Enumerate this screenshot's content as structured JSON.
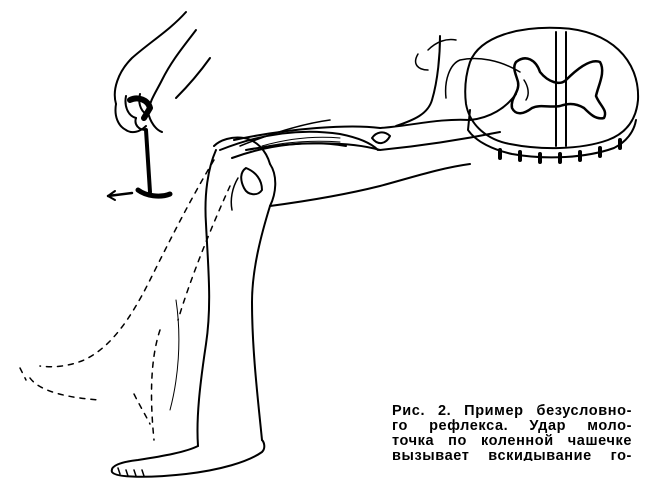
{
  "colors": {
    "background": "#ffffff",
    "ink": "#000000"
  },
  "figure": {
    "caption_lines": [
      "Рис. 2. Пример безусловно-",
      "го рефлекса. Удар моло-",
      "точка по коленной чашечке",
      "вызывает вскидывание го-"
    ]
  }
}
